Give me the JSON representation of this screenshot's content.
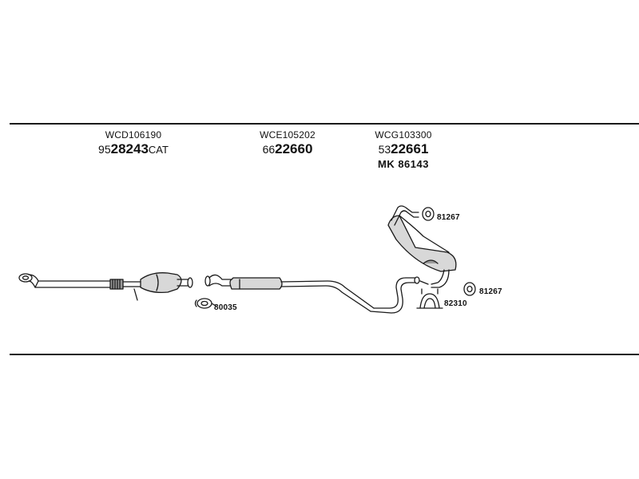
{
  "groups": [
    {
      "code": "WCD106190",
      "prefix": "95",
      "main": "28243",
      "suffix": "CAT"
    },
    {
      "code": "WCE105202",
      "prefix": "66",
      "main": "22660"
    },
    {
      "code": "WCG103300",
      "prefix": "53",
      "main": "22661",
      "kit": "MK  86143"
    }
  ],
  "callouts": {
    "gasket": "80035",
    "hanger_top": "81267",
    "hanger_bottom": "81267",
    "clamp": "82310"
  },
  "colors": {
    "line": "#1a1a1a",
    "fill": "#d8d8d8",
    "shade": "#9a9a9a"
  }
}
